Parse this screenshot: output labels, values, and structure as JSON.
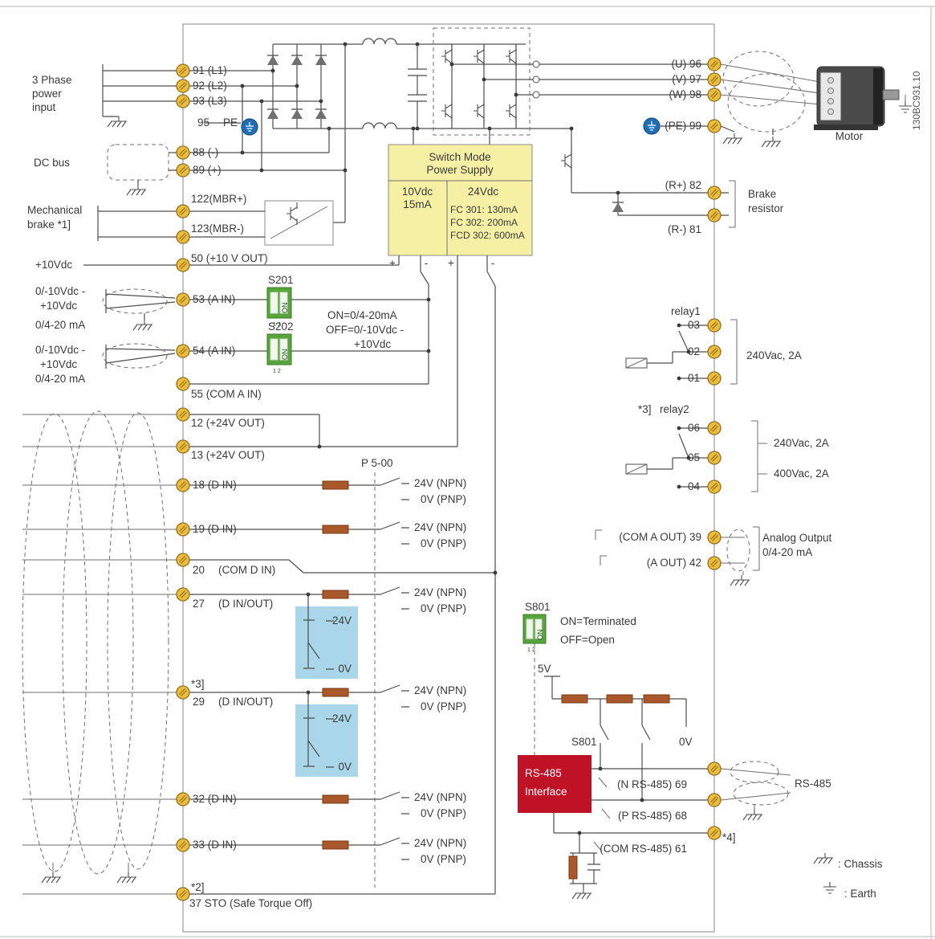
{
  "code": "130BC931.10",
  "left": {
    "phase_l1": "3 Phase",
    "phase_l2": "power",
    "phase_l3": "input",
    "dc_bus": "DC bus",
    "mech_l1": "Mechanical",
    "mech_l2": "brake *1]",
    "p10v": "+10Vdc",
    "range_a": "0/-10Vdc -",
    "range_b": "+10Vdc",
    "range_c": "0/4-20 mA"
  },
  "lt": {
    "t91": "91 (L1)",
    "t92": "92 (L2)",
    "t93": "93 (L3)",
    "t95": "95",
    "pe": "PE",
    "t88": "88 (-)",
    "t89": "89 (+)",
    "t122": "122(MBR+)",
    "t123": "123(MBR-)",
    "t50": "50 (+10 V OUT)",
    "t53": "53 (A IN)",
    "t54": "54 (A IN)",
    "t55": "55 (COM A IN)",
    "t12": "12 (+24V OUT)",
    "t13": "13 (+24V OUT)",
    "t18": "18 (D IN)",
    "t19": "19 (D IN)",
    "t20": "20",
    "t20b": "(COM D IN)",
    "t27": "27",
    "t27b": "(D IN/OUT)",
    "n3": "*3]",
    "t29": "29",
    "t29b": "(D IN/OUT)",
    "t32": "32 (D IN)",
    "t33": "33 (D IN)",
    "n2": "*2]",
    "t37": "37 STO (Safe Torque Off)"
  },
  "smps": {
    "t1": "Switch Mode",
    "t2": "Power Supply",
    "v10": "10Vdc",
    "i10": "15mA",
    "v24": "24Vdc",
    "fc301": "FC 301: 130mA",
    "fc302": "FC 302: 200mA",
    "fcd302": "FCD 302: 600mA",
    "plus": "+",
    "minus": "-"
  },
  "sw": {
    "s201": "S201",
    "s202": "S202",
    "on": "ON",
    "pins": "1 2",
    "note1": "ON=0/4-20mA",
    "note2": "OFF=0/-10Vdc -",
    "note3": "+10Vdc",
    "s801": "S801",
    "s801_note1": "ON=Terminated",
    "s801_note2": "OFF=Open",
    "v5": "5V",
    "v0": "0V"
  },
  "dio": {
    "p500": "P 5-00",
    "npn": "24V (NPN)",
    "pnp": "0V (PNP)",
    "v24": "24V",
    "v0": "0V"
  },
  "right": {
    "u96": "(U) 96",
    "v97": "(V) 97",
    "w98": "(W) 98",
    "pe99": "(PE) 99",
    "motor": "Motor",
    "r82": "(R+) 82",
    "r81": "(R-) 81",
    "brake_l1": "Brake",
    "brake_l2": "resistor",
    "relay1": "relay1",
    "c03": "03",
    "c02": "02",
    "c01": "01",
    "vac240": "240Vac, 2A",
    "relay2_pre": "*3]",
    "relay2": "relay2",
    "c06": "06",
    "c05": "05",
    "c04": "04",
    "vac400": "400Vac, 2A",
    "com_aout": "(COM A OUT) 39",
    "aout": "(A OUT) 42",
    "analog_l1": "Analog Output",
    "analog_l2": "0/4-20 mA",
    "n485": "(N RS-485) 69",
    "p485": "(P RS-485) 68",
    "com485": "(COM RS-485) 61",
    "n4": "*4]",
    "rs485": "RS-485",
    "iface_l1": "RS-485",
    "iface_l2": "Interface",
    "chassis": ": Chassis",
    "earth": ": Earth"
  }
}
